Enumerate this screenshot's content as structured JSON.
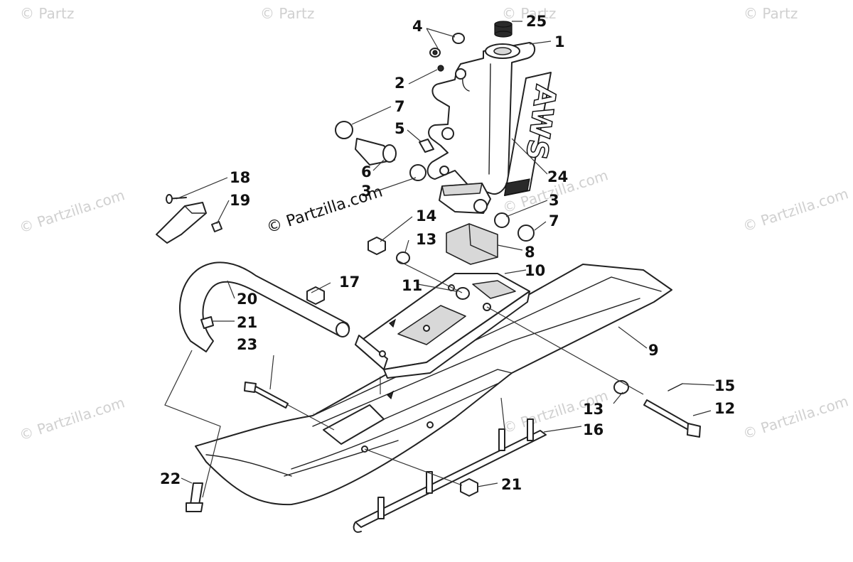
{
  "watermark": {
    "text": "© Partzilla.com",
    "main_text": "© Partzilla.com",
    "edge_text": "© Partz"
  },
  "decal": {
    "text": "AWS"
  },
  "callouts": [
    {
      "id": "c25",
      "label": "25"
    },
    {
      "id": "c1",
      "label": "1"
    },
    {
      "id": "c4",
      "label": "4"
    },
    {
      "id": "c2",
      "label": "2"
    },
    {
      "id": "c7a",
      "label": "7"
    },
    {
      "id": "c5",
      "label": "5"
    },
    {
      "id": "c6",
      "label": "6"
    },
    {
      "id": "c3a",
      "label": "3"
    },
    {
      "id": "c24",
      "label": "24"
    },
    {
      "id": "c18",
      "label": "18"
    },
    {
      "id": "c19",
      "label": "19"
    },
    {
      "id": "c3b",
      "label": "3"
    },
    {
      "id": "c7b",
      "label": "7"
    },
    {
      "id": "c14",
      "label": "14"
    },
    {
      "id": "c13a",
      "label": "13"
    },
    {
      "id": "c8",
      "label": "8"
    },
    {
      "id": "c10",
      "label": "10"
    },
    {
      "id": "c17",
      "label": "17"
    },
    {
      "id": "c11",
      "label": "11"
    },
    {
      "id": "c20",
      "label": "20"
    },
    {
      "id": "c21a",
      "label": "21"
    },
    {
      "id": "c23",
      "label": "23"
    },
    {
      "id": "c9",
      "label": "9"
    },
    {
      "id": "c15",
      "label": "15"
    },
    {
      "id": "c13b",
      "label": "13"
    },
    {
      "id": "c12",
      "label": "12"
    },
    {
      "id": "c16",
      "label": "16"
    },
    {
      "id": "c22",
      "label": "22"
    },
    {
      "id": "c21b",
      "label": "21"
    }
  ]
}
